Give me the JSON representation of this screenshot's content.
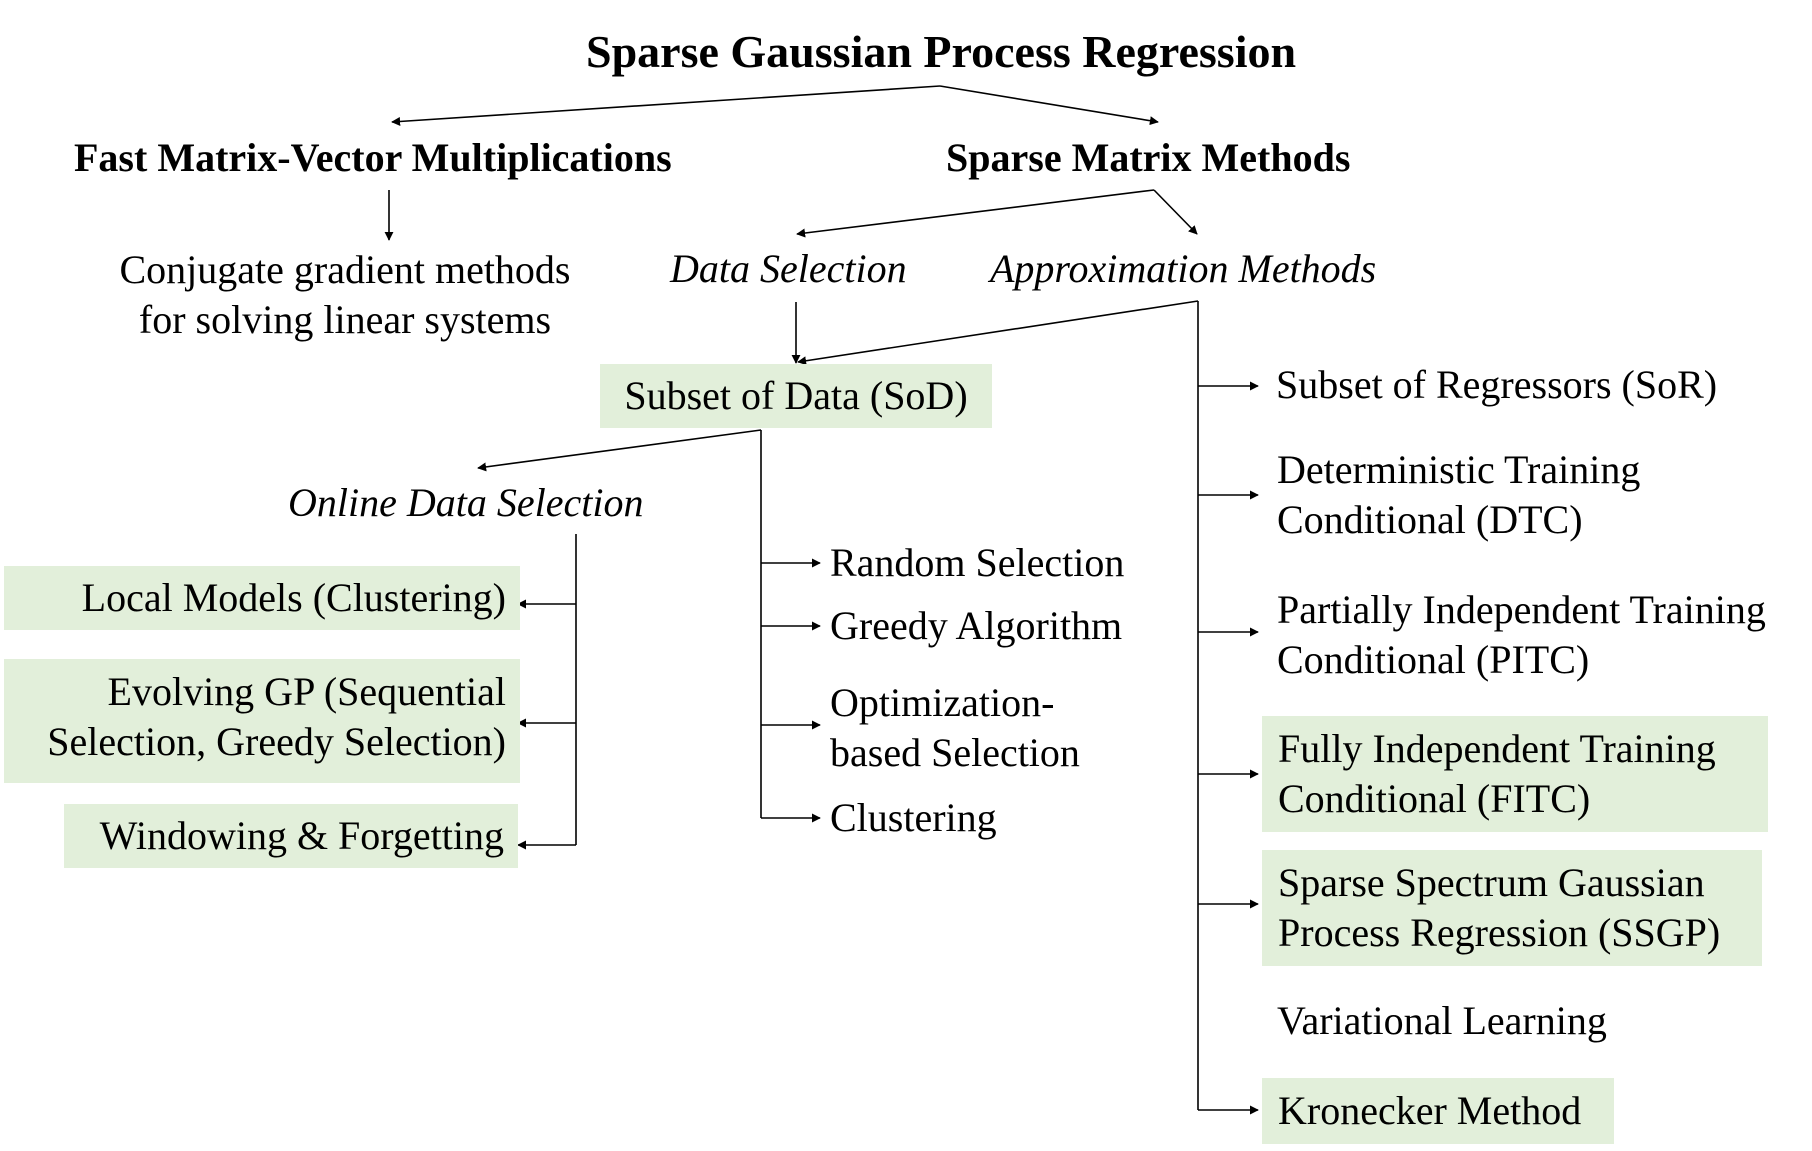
{
  "title": "Sparse Gaussian Process Regression",
  "fast_matrix": {
    "heading": "Fast Matrix-Vector Multiplications",
    "conjugate": [
      "Conjugate gradient methods",
      "for solving linear systems"
    ]
  },
  "sparse_matrix": {
    "heading": "Sparse Matrix Methods",
    "data_selection": "Data Selection",
    "approximation_methods": "Approximation Methods"
  },
  "sod": {
    "label": "Subset of Data (SoD)",
    "online_data_selection": "Online Data Selection",
    "online_items": [
      {
        "lines": [
          "Local Models (Clustering)"
        ]
      },
      {
        "lines": [
          "Evolving GP (Sequential",
          "Selection, Greedy Selection)"
        ]
      },
      {
        "lines": [
          "Windowing & Forgetting"
        ]
      }
    ],
    "selection_items": [
      {
        "lines": [
          "Random Selection"
        ]
      },
      {
        "lines": [
          "Greedy Algorithm"
        ]
      },
      {
        "lines": [
          "Optimization-",
          "based Selection"
        ]
      },
      {
        "lines": [
          "Clustering"
        ]
      }
    ]
  },
  "approximation_items": [
    {
      "lines": [
        "Subset of Regressors (SoR)"
      ]
    },
    {
      "lines": [
        "Deterministic Training",
        "Conditional (DTC)"
      ]
    },
    {
      "lines": [
        "Partially Independent Training",
        "Conditional (PITC)"
      ]
    },
    {
      "lines": [
        "Fully Independent Training",
        "Conditional (FITC)"
      ]
    },
    {
      "lines": [
        "Sparse Spectrum Gaussian",
        "Process Regression (SSGP)"
      ]
    },
    {
      "lines": [
        "Variational Learning"
      ]
    },
    {
      "lines": [
        "Kronecker Method"
      ]
    }
  ],
  "colors": {
    "highlight_box": "#e2efda",
    "line": "#000000",
    "text": "#000000"
  }
}
